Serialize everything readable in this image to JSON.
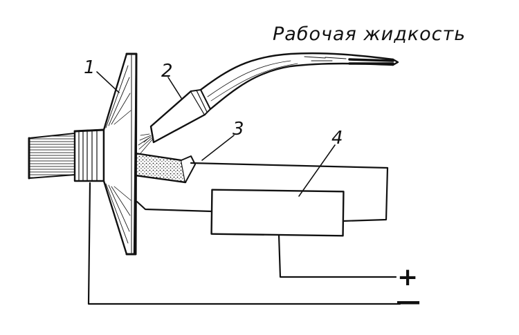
{
  "diagram": {
    "caption": "Рабочая жидкость",
    "labels": [
      "1",
      "2",
      "3",
      "4"
    ],
    "terminals": {
      "plus": "+",
      "minus": "—"
    }
  },
  "colors": {
    "ink": "#111111",
    "paper": "#ffffff"
  }
}
